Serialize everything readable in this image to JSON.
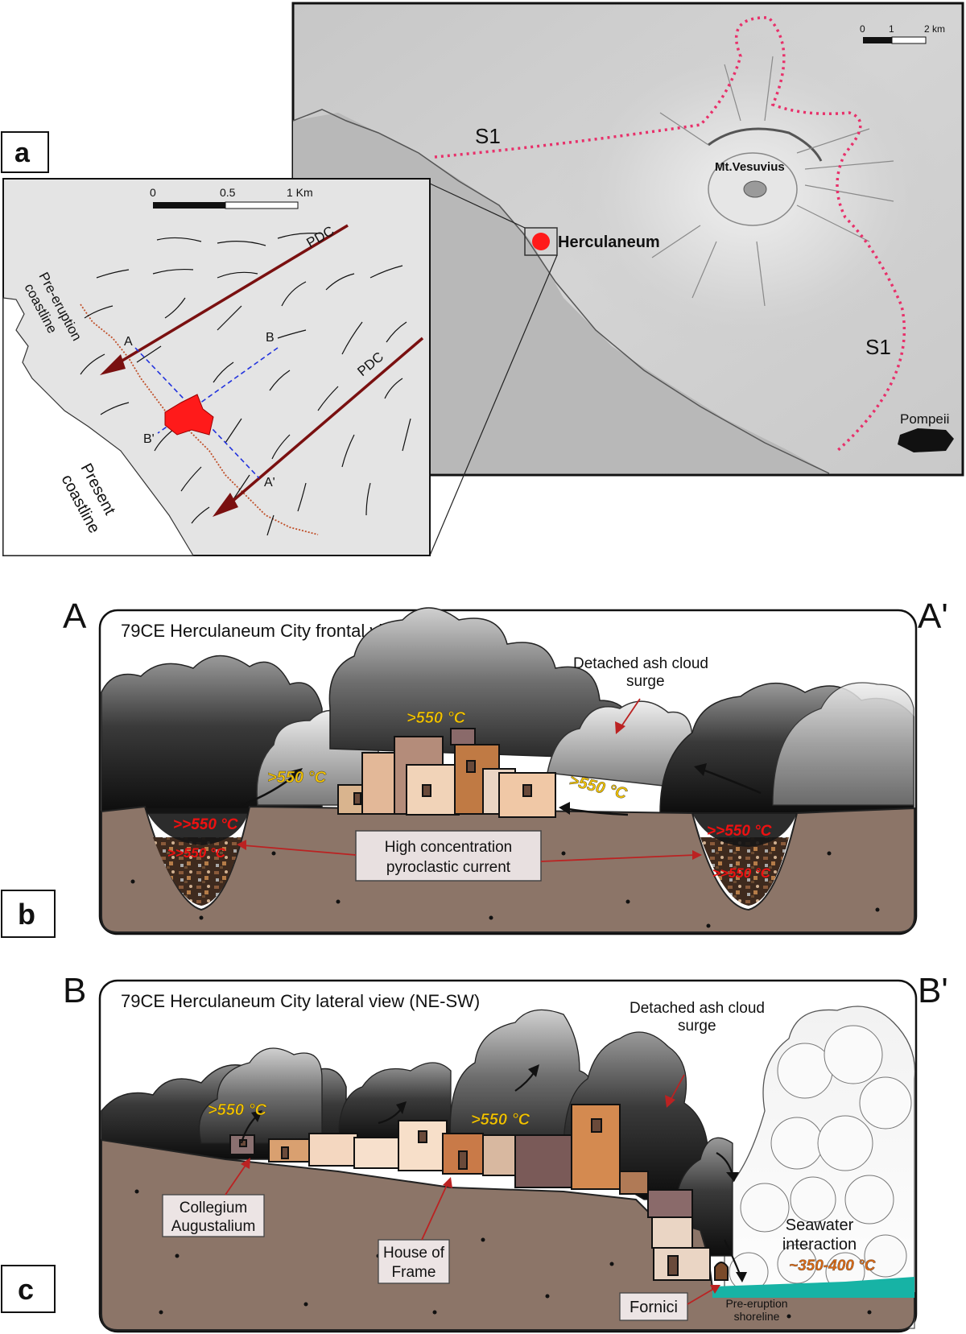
{
  "panel_a": {
    "letter": "a",
    "scale_main": {
      "t0": "0",
      "t1": "1",
      "t2": "2 km"
    },
    "scale_inset": {
      "t0": "0",
      "t1": "0.5",
      "t2": "1 Km"
    },
    "labels": {
      "s1_left": "S1",
      "s1_right": "S1",
      "vesuvius": "Mt.Vesuvius",
      "herculaneum": "Herculaneum",
      "pompeii": "Pompeii",
      "pdc1": "PDC",
      "pdc2": "PDC",
      "pre_coast_1": "Pre-eruption",
      "pre_coast_2": "coastline",
      "present_coast_1": "Present",
      "present_coast_2": "coastline",
      "pt_a": "A",
      "pt_a2": "A'",
      "pt_b": "B",
      "pt_b2": "B'"
    },
    "colors": {
      "s1_line": "#e8306a",
      "city": "#ff1a1a",
      "pdc_arrow": "#7a1010",
      "section_line": "#2233dd"
    }
  },
  "panel_b": {
    "letter": "b",
    "left_end": "A",
    "right_end": "A'",
    "title": "79CE Herculaneum City frontal view (NW-SE)",
    "ash_cloud_1": "Detached ash cloud",
    "ash_cloud_2": "surge",
    "temp_city": ">550 °C",
    "temp_left_cloud": ">550 °C",
    "temp_right_cloud": ">550 °C",
    "temp_valley_l1": ">>550 °C",
    "temp_valley_l2": ">>550 °C",
    "temp_valley_r1": ">>550 °C",
    "temp_valley_r2": ">>550 °C",
    "box_1": "High concentration",
    "box_2": "pyroclastic current"
  },
  "panel_c": {
    "letter": "c",
    "left_end": "B",
    "right_end": "B'",
    "title": "79CE Herculaneum City lateral view (NE-SW)",
    "ash_cloud_1": "Detached ash cloud",
    "ash_cloud_2": "surge",
    "temp_1": ">550 °C",
    "temp_2": ">550 °C",
    "collegium_1": "Collegium",
    "collegium_2": "Augustalium",
    "house_1": "House of",
    "house_2": "Frame",
    "fornici": "Fornici",
    "shoreline_1": "Pre-eruption",
    "shoreline_2": "shoreline",
    "seawater_1": "Seawater",
    "seawater_2": "interaction",
    "temp_sea": "~350-400 °C"
  }
}
